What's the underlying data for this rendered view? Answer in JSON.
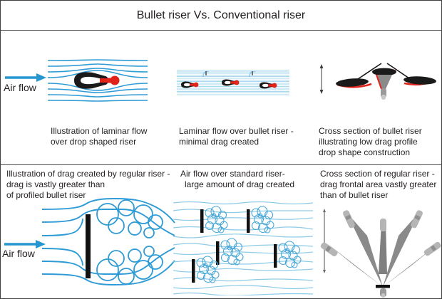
{
  "title": "Bullet riser Vs. Conventional riser",
  "sections": {
    "top": {
      "airflow_label": "Air flow",
      "panels": {
        "laminar_drop": {
          "caption_lines": [
            "Illustration of laminar flow",
            "over drop shaped riser"
          ]
        },
        "laminar_bullet": {
          "caption_lines": [
            "Laminar flow over bullet riser -",
            "minimal drag created"
          ]
        },
        "bullet_cross_section": {
          "caption_lines": [
            "Cross section of bullet riser",
            "illustrating low drag profile",
            "drop shape construction"
          ]
        }
      }
    },
    "bottom": {
      "airflow_label": "Air flow",
      "panels": {
        "regular_drag": {
          "caption_lines": [
            "Illustration of drag created by regular riser -",
            "drag is vastly greater than",
            "of profiled bullet riser"
          ]
        },
        "standard_drag": {
          "caption_lines": [
            "Air flow over standard riser-",
            "large amount of drag created"
          ]
        },
        "regular_cross_section": {
          "caption_lines": [
            "Cross section of regular riser -",
            "drag frontal area vastly greater",
            "than of bullet riser"
          ]
        }
      }
    }
  },
  "icons": [
    "airflow-arrow-icon",
    "measure-arrow-icon"
  ],
  "colors": {
    "flow_blue": "#2596cf",
    "fine_line_blue": "#a9d9ee",
    "vortex_blue": "#49a8d8",
    "accent_red": "#e2231a",
    "shape_black": "#1a1a1a",
    "shape_gray": "#8a8a8a",
    "tip_gray": "#b5b5b5",
    "text": "#231f20",
    "border": "#4a4a4a",
    "background": "#ffffff"
  }
}
